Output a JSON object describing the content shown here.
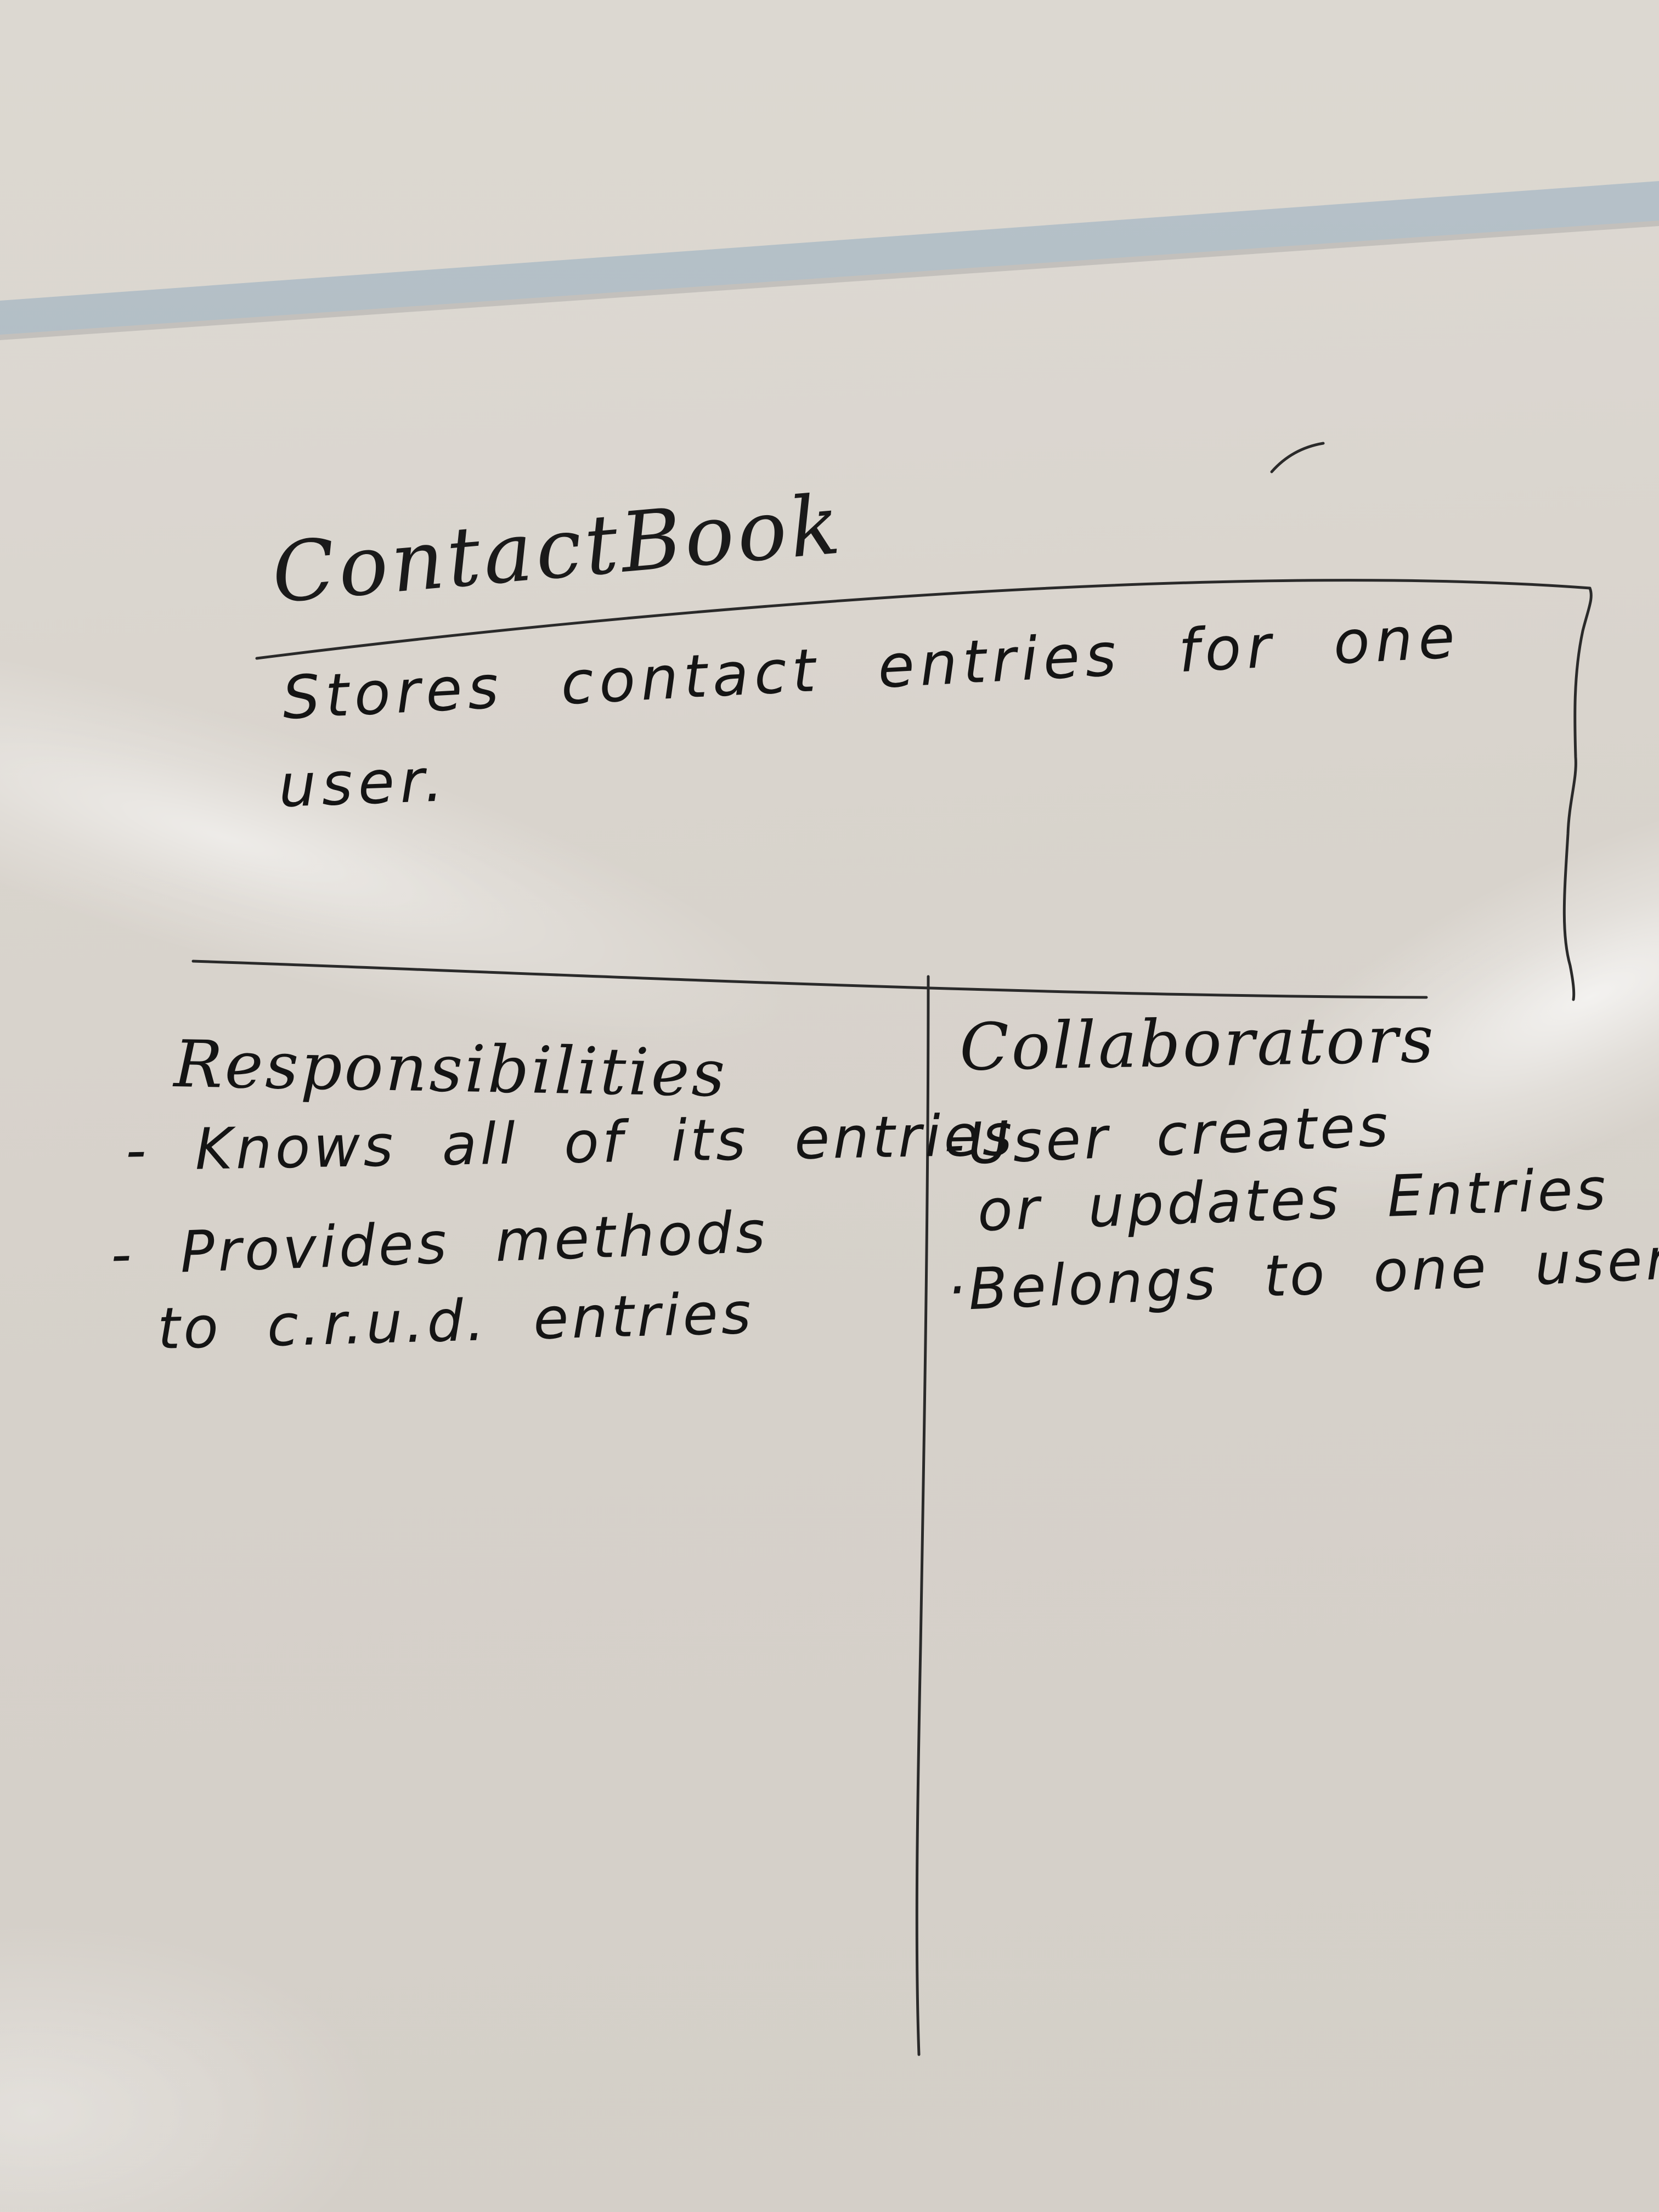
{
  "card": {
    "class_name": "ContactBook",
    "description_line1": "Stores contact entries for one",
    "description_line2": "user.",
    "responsibilities": {
      "heading": "Responsibilities",
      "items": [
        "- Knows all of its entries",
        "- Provides methods",
        "to c.r.u.d. entries"
      ]
    },
    "collaborators": {
      "heading": "Collaborators",
      "items": [
        "-User creates",
        "or updates Entries",
        "·Belongs to one user"
      ]
    }
  },
  "colors": {
    "ink": "#141414",
    "board": "#d9d4cd",
    "tray": "#a6b3bc"
  }
}
